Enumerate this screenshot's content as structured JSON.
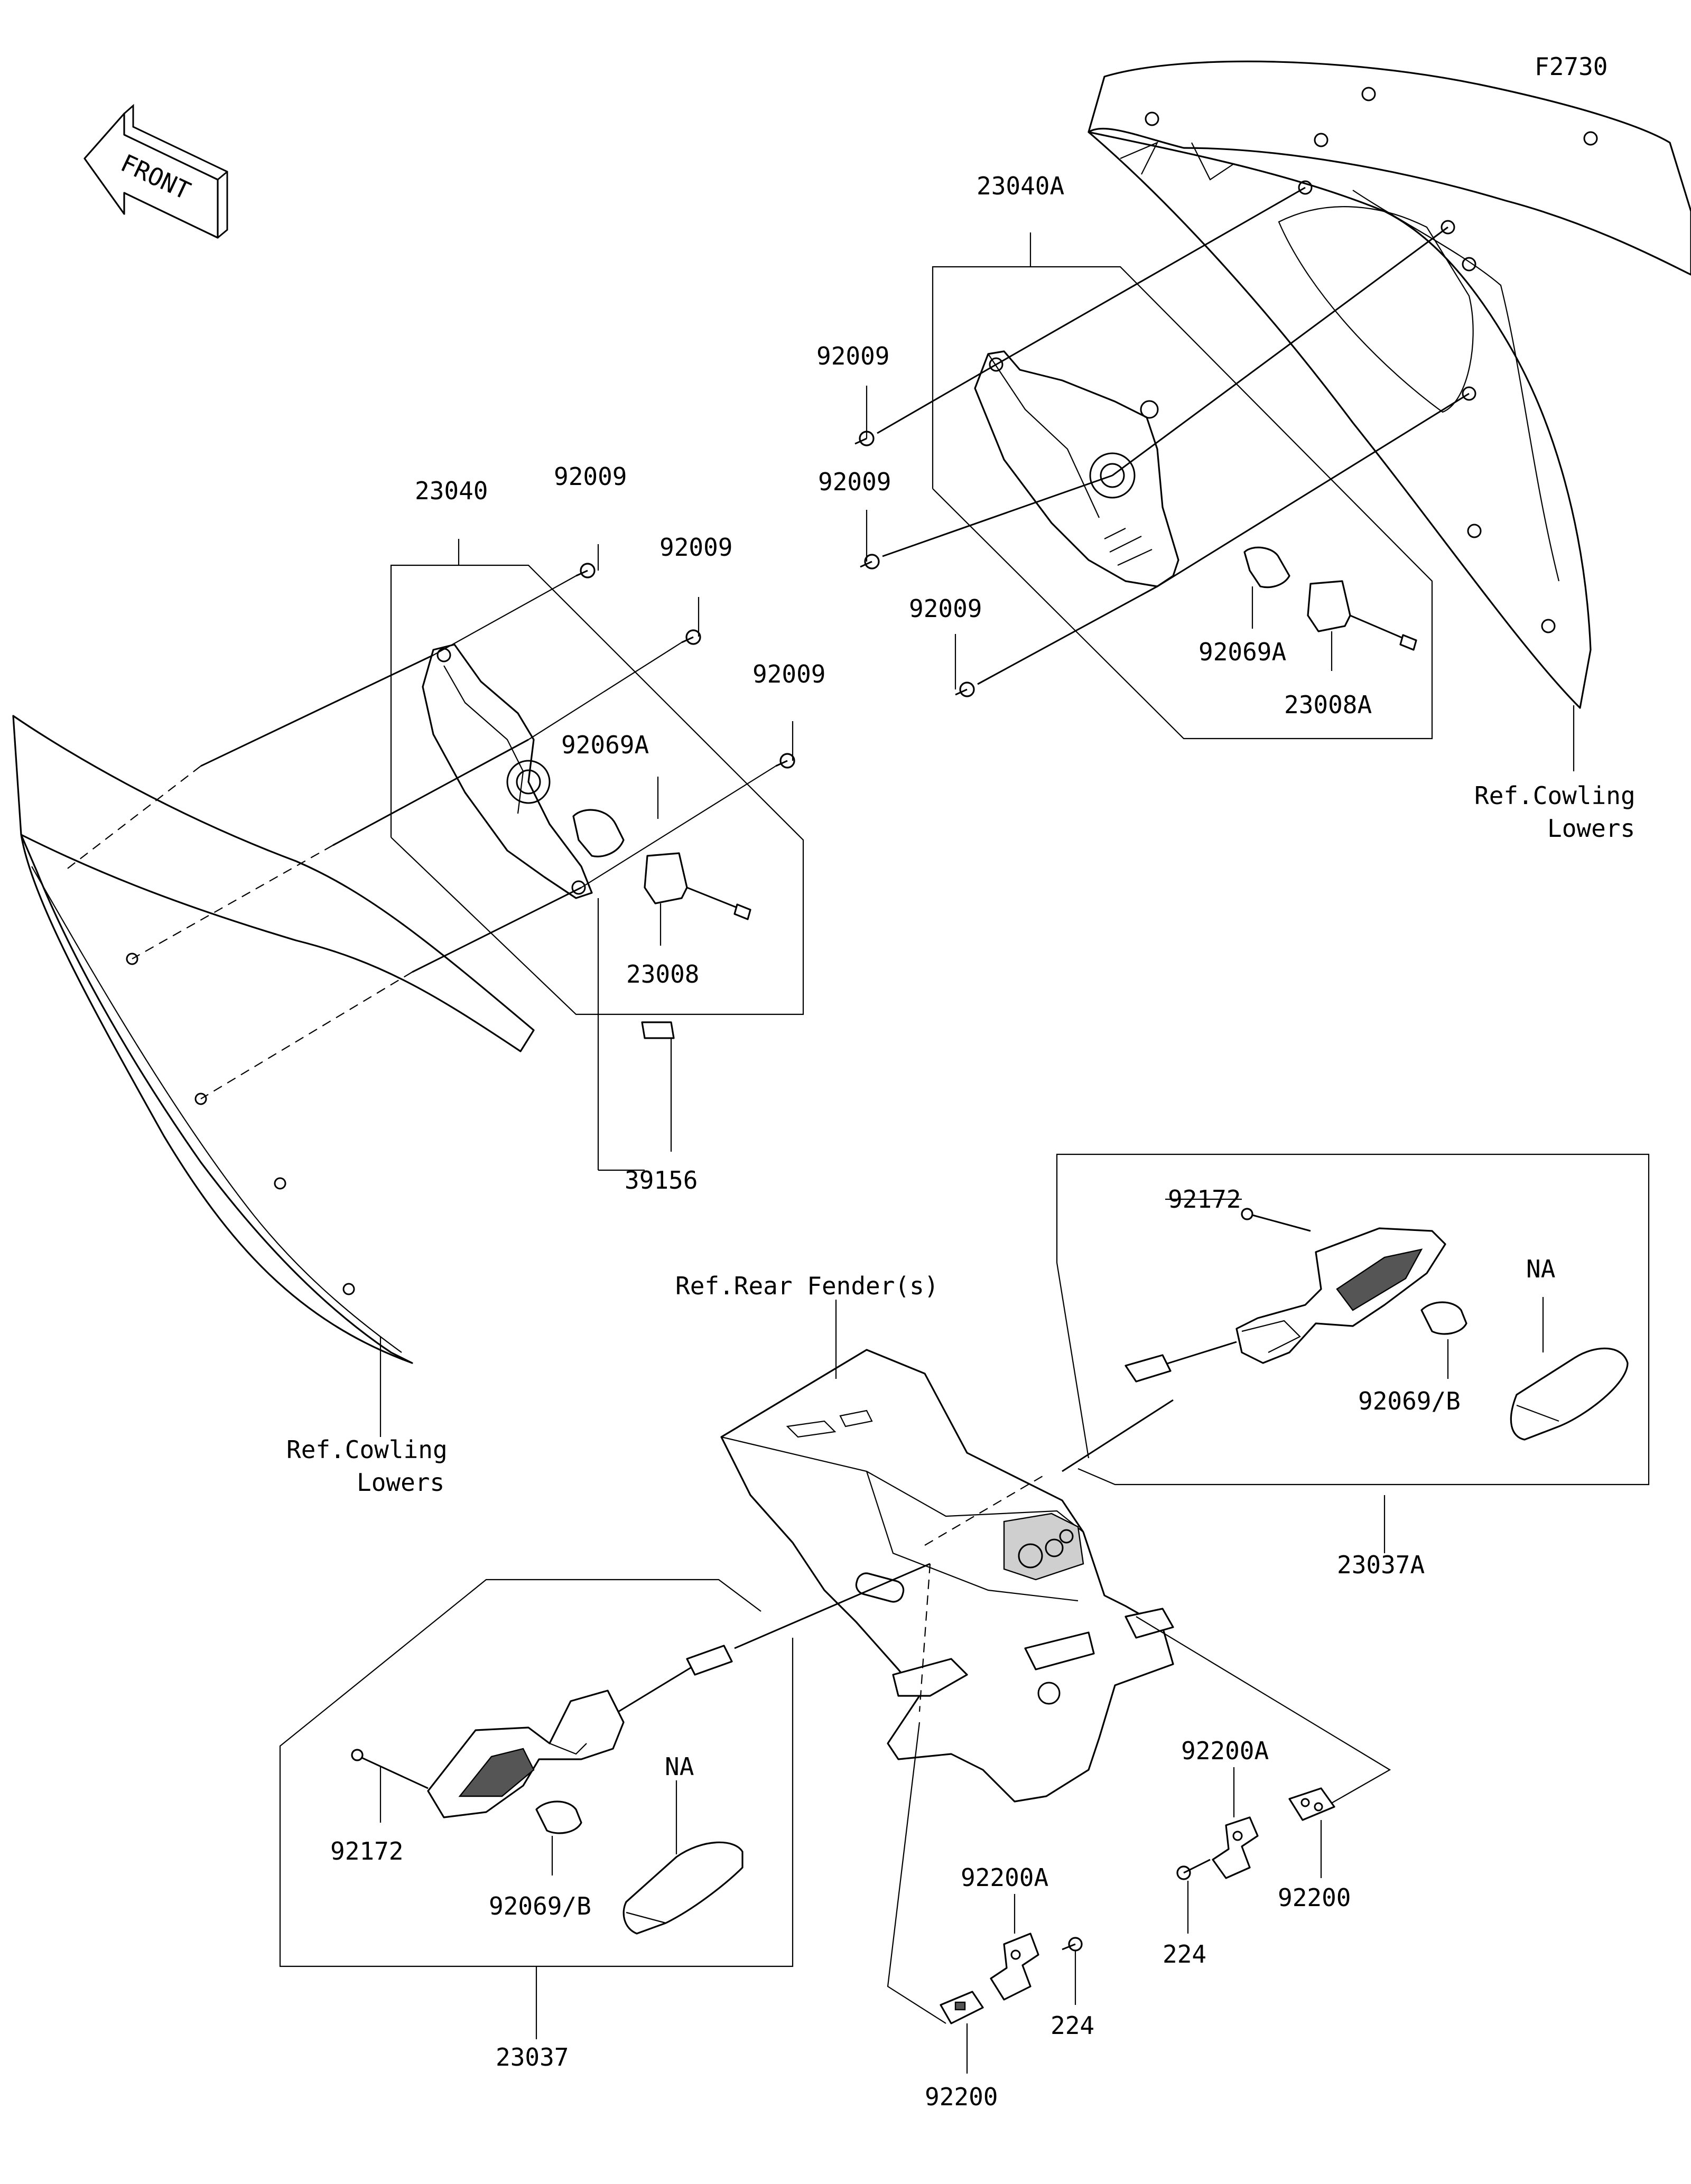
{
  "diagram_id": "F2730",
  "front_label": "FRONT",
  "labels": {
    "l_23040": "23040",
    "l_23040A": "23040A",
    "l_23008": "23008",
    "l_23008A": "23008A",
    "l_92069A_left": "92069A",
    "l_92069A_right": "92069A",
    "l_92009_a": "92009",
    "l_92009_b": "92009",
    "l_92009_c": "92009",
    "l_92009_d": "92009",
    "l_92009_e": "92009",
    "l_92009_f": "92009",
    "l_39156": "39156",
    "l_ref_cowling_left_1": "Ref.Cowling",
    "l_ref_cowling_left_2": "Lowers",
    "l_ref_cowling_right_1": "Ref.Cowling",
    "l_ref_cowling_right_2": "Lowers",
    "l_ref_rear_fender": "Ref.Rear Fender(s)",
    "l_23037": "23037",
    "l_23037A": "23037A",
    "l_92172_left": "92172",
    "l_92172_right": "92172",
    "l_92069B_left": "92069/B",
    "l_92069B_right": "92069/B",
    "l_NA_left": "NA",
    "l_NA_right": "NA",
    "l_92200A_left": "92200A",
    "l_92200A_right": "92200A",
    "l_92200_left": "92200",
    "l_92200_right": "92200",
    "l_224_left": "224",
    "l_224_right": "224"
  }
}
